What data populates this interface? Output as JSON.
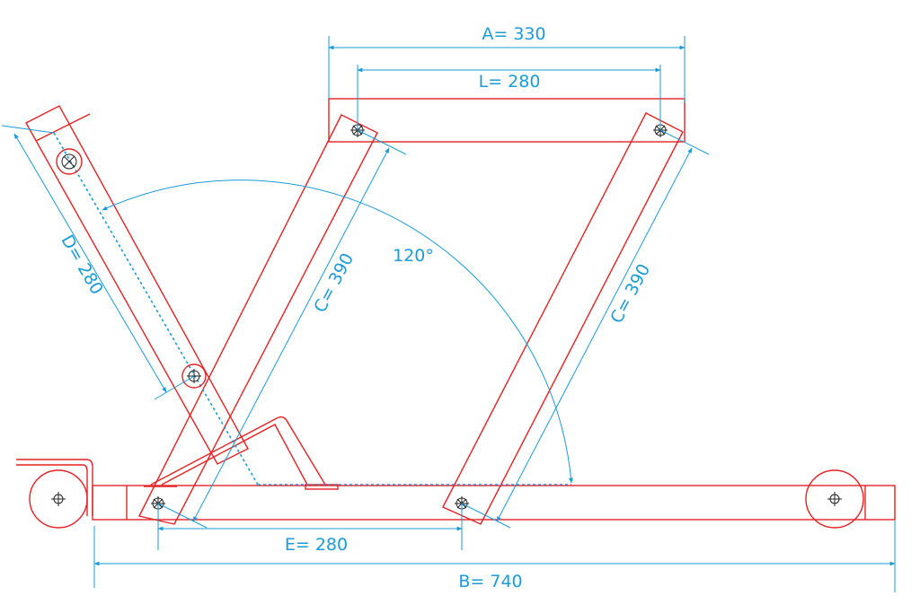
{
  "diagram": {
    "colors": {
      "structure": "#e32224",
      "dimension": "#1b9bd7",
      "pivot": "#222222"
    },
    "dimensions": {
      "a": "A= 330",
      "l": "L= 280",
      "c_left": "C= 390",
      "c_right": "C= 390",
      "d": "D= 280",
      "e": "E= 280",
      "b": "B= 740",
      "angle": "120°"
    },
    "icons": [
      "pivot-crosshair-icon",
      "pivot-bolt-icon",
      "wheel-icon"
    ]
  }
}
